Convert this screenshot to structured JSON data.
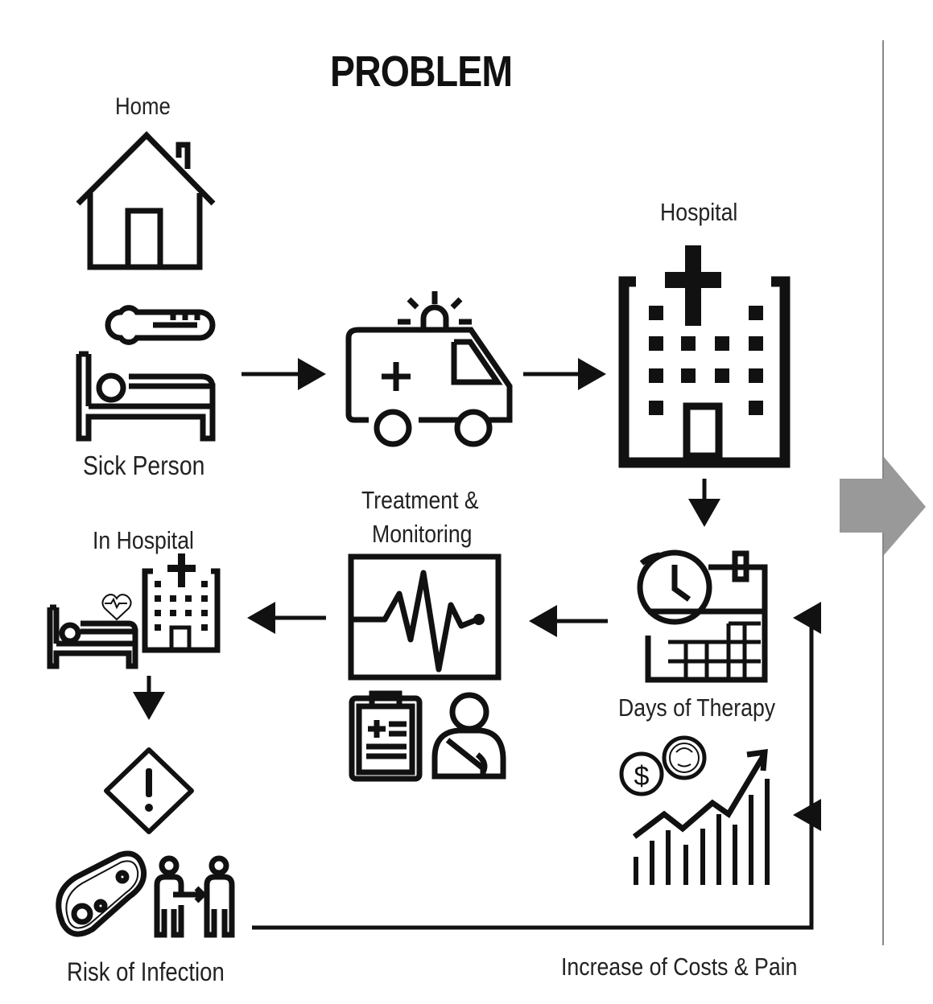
{
  "title": "PROBLEM",
  "labels": {
    "home": "Home",
    "sick_person": "Sick Person",
    "hospital": "Hospital",
    "treatment": "Treatment &",
    "monitoring": "Monitoring",
    "in_hospital": "In Hospital",
    "days_of_therapy": "Days of Therapy",
    "risk_of_infection": "Risk of Infection",
    "increase_costs": "Increase of Costs & Pain"
  },
  "icons": [
    "house-icon",
    "thermometer-icon",
    "bed-icon",
    "ambulance-icon",
    "hospital-building-icon",
    "calendar-clock-icon",
    "ecg-monitor-icon",
    "clipboard-icon",
    "injured-patient-icon",
    "warning-diamond-icon",
    "bacteria-icon",
    "person-transfer-icon",
    "cost-chart-icon"
  ],
  "colors": {
    "line": "#111111",
    "next_arrow": "#999999",
    "divider": "#888888"
  }
}
